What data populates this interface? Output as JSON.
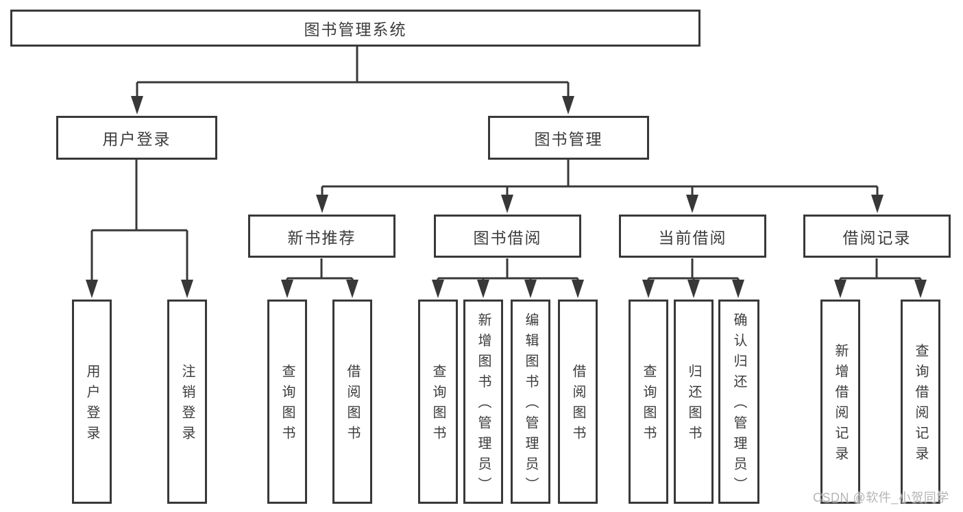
{
  "tree": {
    "root": {
      "label": "图书管理系统"
    },
    "branches": [
      {
        "label": "用户登录",
        "children": [
          {
            "label": "用户登录"
          },
          {
            "label": "注销登录"
          }
        ]
      },
      {
        "label": "图书管理",
        "children": [
          {
            "label": "新书推荐",
            "children": [
              {
                "label": "查询图书"
              },
              {
                "label": "借阅图书"
              }
            ]
          },
          {
            "label": "图书借阅",
            "children": [
              {
                "label": "查询图书"
              },
              {
                "label": "新增图书（管理员）"
              },
              {
                "label": "编辑图书（管理员）"
              },
              {
                "label": "借阅图书"
              }
            ]
          },
          {
            "label": "当前借阅",
            "children": [
              {
                "label": "查询图书"
              },
              {
                "label": "归还图书"
              },
              {
                "label": "确认归还（管理员）"
              }
            ]
          },
          {
            "label": "借阅记录",
            "children": [
              {
                "label": "新增借阅记录"
              },
              {
                "label": "查询借阅记录"
              }
            ]
          }
        ]
      }
    ]
  },
  "watermark": "CSDN @软件_小贺同学",
  "colors": {
    "line": "#383838",
    "text": "#3c3c3c",
    "watermark": "#b5b5b5",
    "background": "#ffffff"
  }
}
